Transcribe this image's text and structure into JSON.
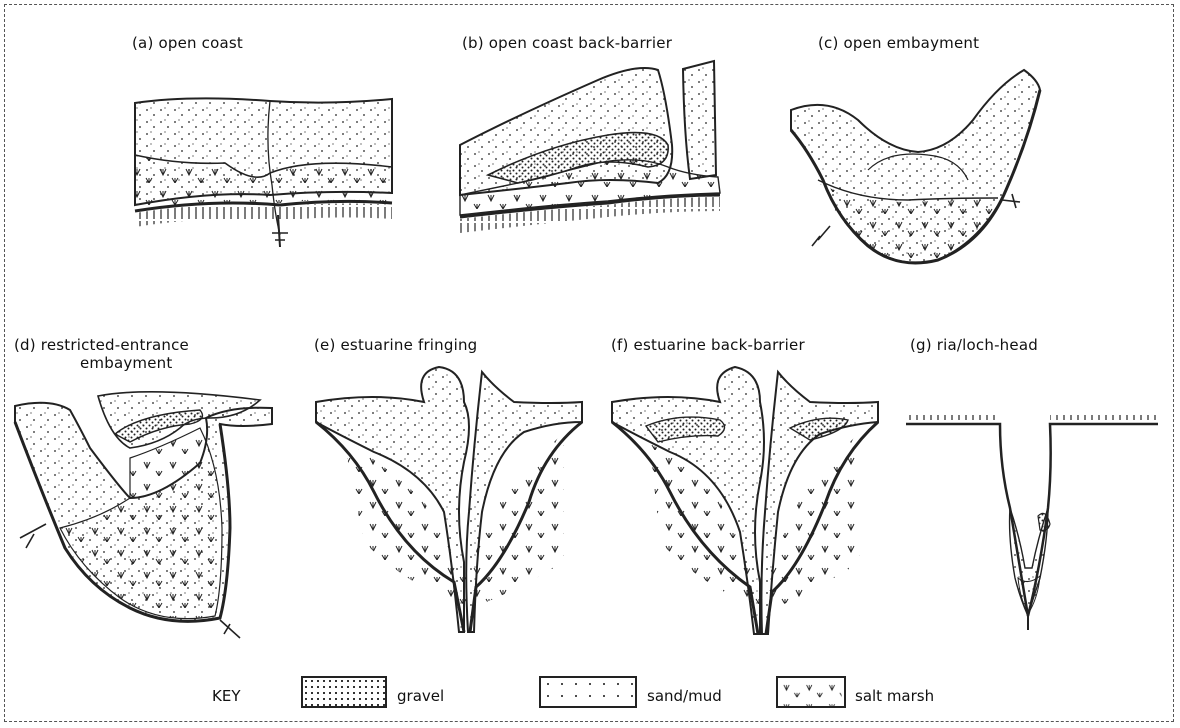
{
  "panels": [
    {
      "id": "a",
      "label": "(a) open coast"
    },
    {
      "id": "b",
      "label": "(b) open coast back-barrier"
    },
    {
      "id": "c",
      "label": "(c) open embayment"
    },
    {
      "id": "d",
      "label_line1": "(d) restricted-entrance",
      "label_line2": "embayment"
    },
    {
      "id": "e",
      "label": "(e) estuarine fringing"
    },
    {
      "id": "f",
      "label": "(f) estuarine back-barrier"
    },
    {
      "id": "g",
      "label": "(g) ria/loch-head"
    }
  ],
  "key": {
    "title": "KEY",
    "items": [
      {
        "label": "gravel",
        "pattern": "gravel-pattern"
      },
      {
        "label": "sand/mud",
        "pattern": "sand-pattern"
      },
      {
        "label": "salt marsh",
        "pattern": "marsh-pattern"
      }
    ]
  },
  "colors": {
    "ink": "#1a1a1a",
    "paper": "#ffffff"
  }
}
